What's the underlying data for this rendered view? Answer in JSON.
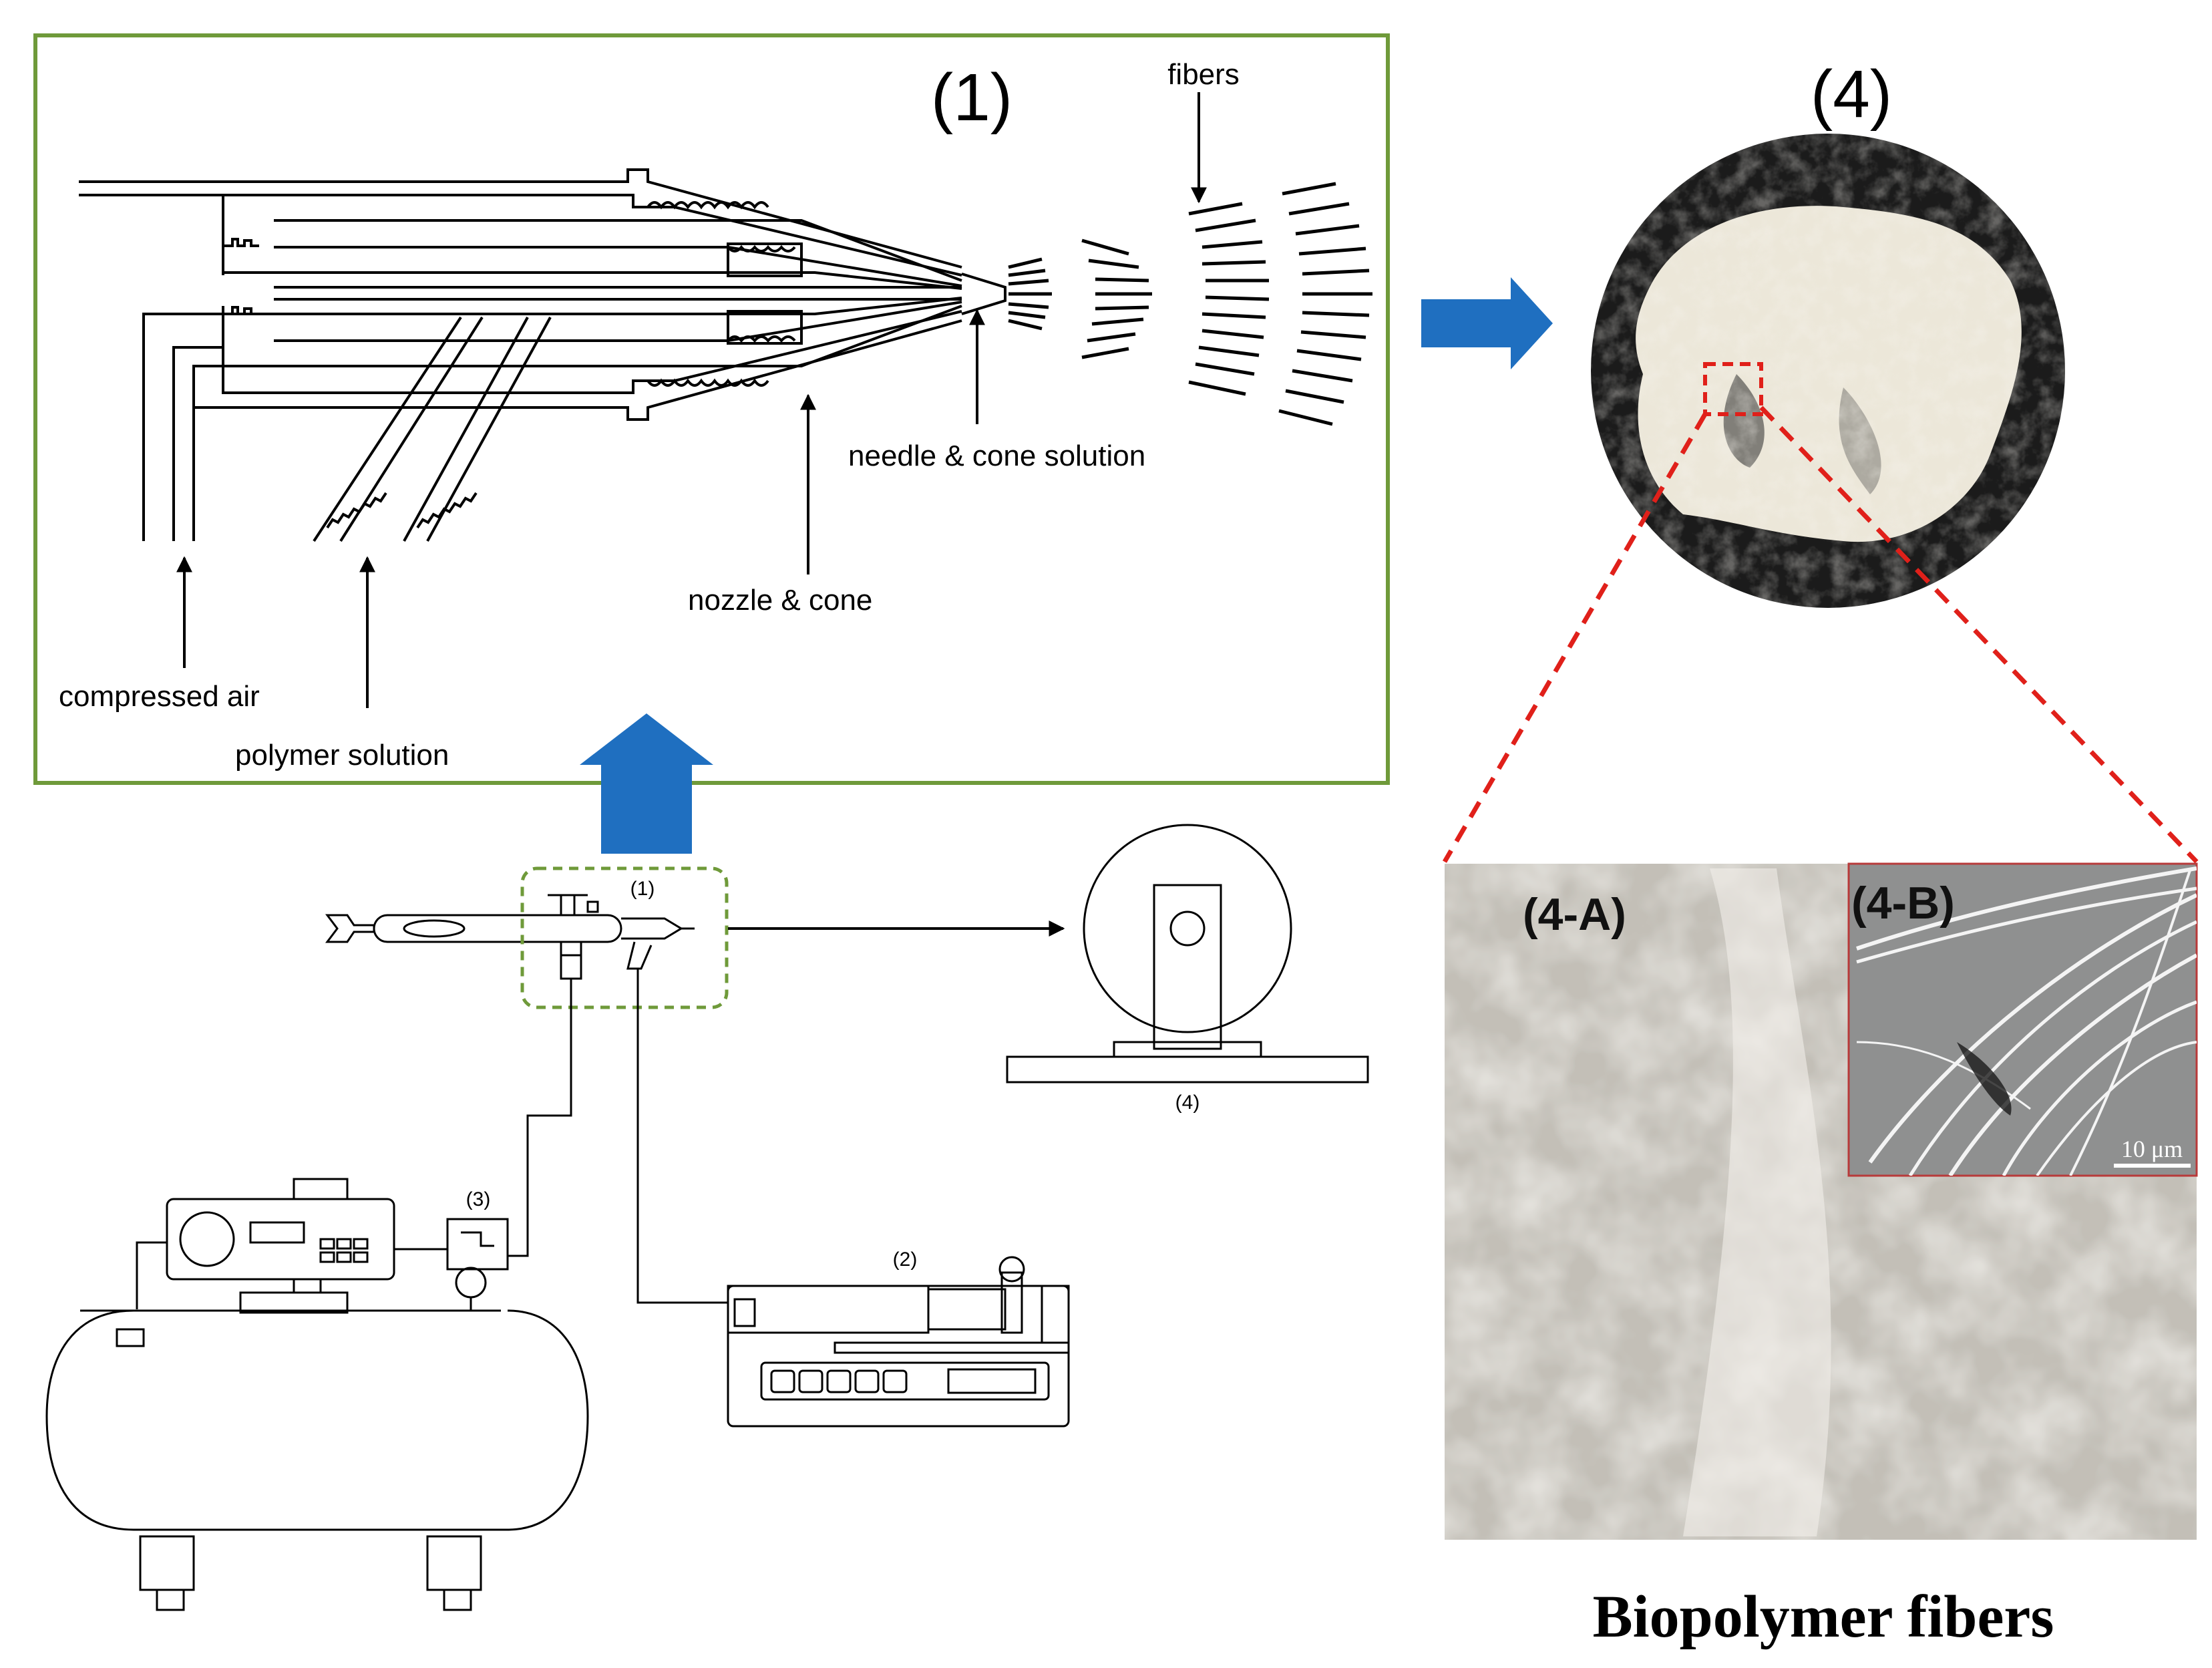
{
  "panel1": {
    "number": "(1)",
    "labels": {
      "fibers": "fibers",
      "needle_cone_solution": "needle & cone solution",
      "nozzle_cone": "nozzle & cone",
      "compressed_air": "compressed air",
      "polymer_solution": "polymer solution"
    }
  },
  "panel4": {
    "number": "(4)"
  },
  "setup": {
    "airbrush_label": "(1)",
    "pump_label": "(2)",
    "regulator_label": "(3)",
    "collector_label": "(4)"
  },
  "micrograph": {
    "label_a": "(4-A)",
    "label_b": "(4-B)",
    "scale_bar": "10 μm"
  },
  "caption": "Biopolymer fibers",
  "colors": {
    "panel_border": "#6f9a3a",
    "arrow_blue": "#1f6fc0",
    "zoom_red": "#e0201a",
    "dash_green": "#6f9a3a",
    "photo_background": "#1b1b1b",
    "fiber_mass": "#ece7d9"
  }
}
